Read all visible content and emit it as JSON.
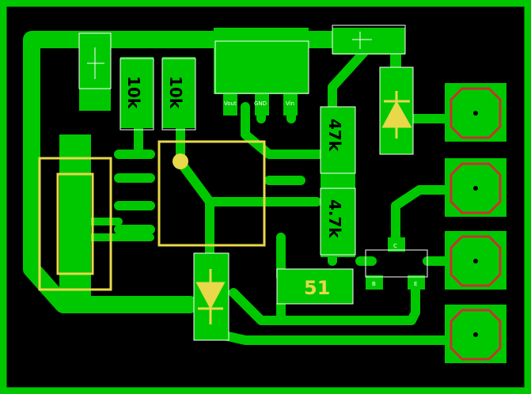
{
  "colors": {
    "background": "#000000",
    "copper": "#00c800",
    "silkscreen": "#e8d84a",
    "outline": "#ffffff",
    "pad_ring": "#c83232",
    "drill": "#000000"
  },
  "resistors": {
    "r1": "10k",
    "r2": "10k",
    "r3": "47k",
    "r4": "4.7k",
    "r5": "51"
  },
  "regulator_pins": {
    "vout": "Vout",
    "gnd": "GND",
    "vin": "Vin"
  },
  "transistor_pins": {
    "c": "C",
    "b": "B",
    "e": "E"
  }
}
